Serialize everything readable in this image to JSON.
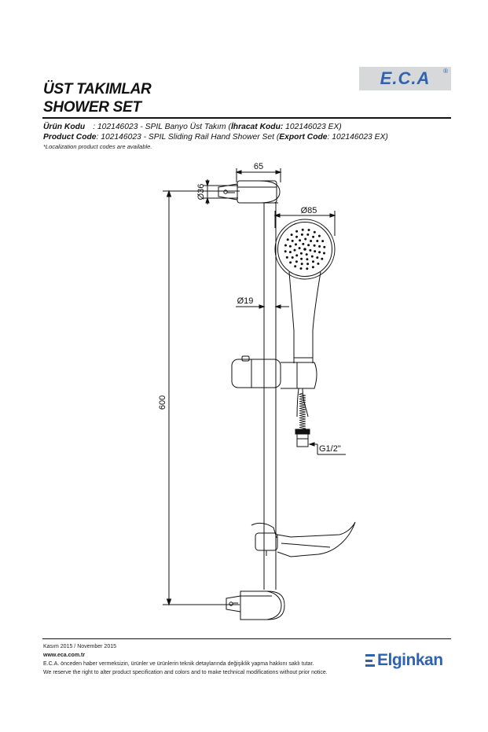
{
  "brand": {
    "logo": "E.C.A",
    "reg_mark": "®",
    "distributor": "Elginkan"
  },
  "header": {
    "title_tr": "ÜST TAKIMLAR",
    "title_en": "SHOWER SET"
  },
  "info": {
    "tr_label": "Ürün Kodu",
    "tr_text": ": 102146023 - SPIL Banyo Üst Takım (",
    "tr_export_label": "İhracat Kodu:",
    "tr_export_value": " 102146023 EX)",
    "en_label": "Product Code",
    "en_text": ": 102146023 - SPIL Sliding Rail Hand Shower Set (",
    "en_export_label": "Export Code",
    "en_export_value": ": 102146023 EX)",
    "note": "*Localization product codes are available."
  },
  "dimensions": {
    "width_65": "65",
    "dia_36": "Ø36",
    "dia_85": "Ø85",
    "dia_19": "Ø19",
    "height_600": "600",
    "thread": "G1/2\""
  },
  "footer": {
    "date": "Kasım 2015 / November 2015",
    "website": "www.eca.com.tr",
    "note_tr": "E.C.A. önceden haber vermeksizin, ürünler ve ürünlerin teknik detaylarında değişiklik yapma hakkını saklı tutar.",
    "note_en": "We reserve the right to alter product specification and colors and to make technical modifications without prior notice."
  },
  "colors": {
    "brand_blue": "#2f63b0",
    "logo_bg": "#d6d8da"
  }
}
